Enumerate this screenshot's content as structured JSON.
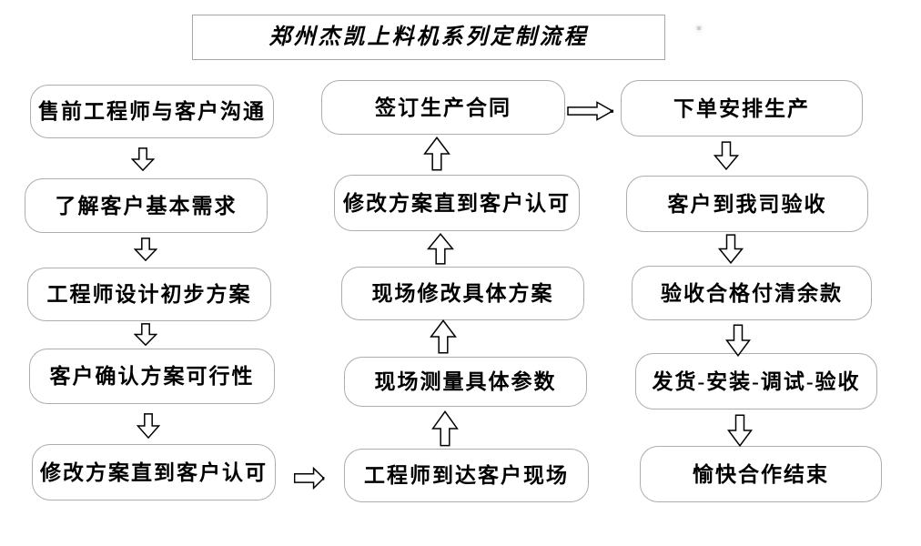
{
  "title": {
    "text": "郑州杰凯上料机系列定制流程"
  },
  "colors": {
    "background": "#ffffff",
    "box_border": "#adadad",
    "title_border": "#a6a6a6",
    "text": "#000000",
    "arrow_outline": "#000000",
    "arrow_fill": "#ffffff",
    "stray_dot": "#cccccc"
  },
  "icons": {
    "arrow_down": "hollow-block-arrow-down",
    "arrow_up": "hollow-block-arrow-up",
    "arrow_right": "hollow-block-arrow-right"
  },
  "flow": {
    "left_column": {
      "direction": "top-to-bottom",
      "steps": [
        "售前工程师与客户沟通",
        "了解客户基本需求",
        "工程师设计初步方案",
        "客户确认方案可行性",
        "修改方案直到客户认可"
      ]
    },
    "middle_column": {
      "direction": "bottom-to-top",
      "steps": [
        "签订生产合同",
        "修改方案直到客户认可",
        "现场修改具体方案",
        "现场测量具体参数",
        "工程师到达客户现场"
      ]
    },
    "right_column": {
      "direction": "top-to-bottom",
      "steps": [
        "下单安排生产",
        "客户到我司验收",
        "验收合格付清余款",
        "发货-安装-调试-验收",
        "愉快合作结束"
      ]
    }
  }
}
